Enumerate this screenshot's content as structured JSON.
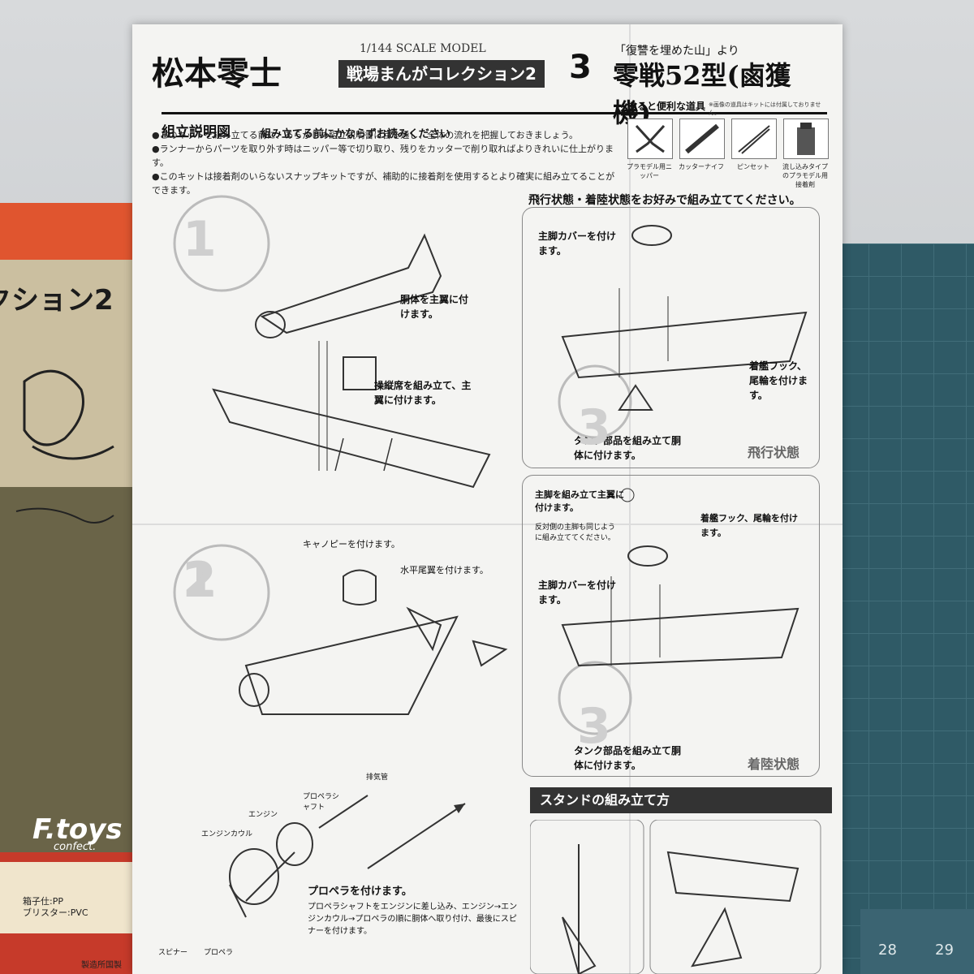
{
  "header": {
    "author": "松本零士",
    "scale": "1/144 SCALE MODEL",
    "series": "戦場まんがコレクション2",
    "number": "3",
    "subtitle": "「復讐を埋めた山」より",
    "model_name": "零戦52型(鹵獲機)"
  },
  "instructions": {
    "title": "組立説明図",
    "subtitle": "組み立てる前にかならずお読みください",
    "notes": [
      "●このキットを組み立てる前に、あらかじめ組立説明書に目を通し、全体の流れを把握しておきましょう。",
      "●ランナーからパーツを取り外す時はニッパー等で切り取り、残りをカッターで削り取ればよりきれいに仕上がります。",
      "●このキットは接着剤のいらないスナップキットですが、補助的に接着剤を使用するとより確実に組み立てることができます。"
    ]
  },
  "tools": {
    "title": "あると便利な道具",
    "note": "※画像の道具はキットには付属しておりません。",
    "items": [
      "プラモデル用ニッパー",
      "カッターナイフ",
      "ピンセット",
      "流し込みタイプのプラモデル用接着剤"
    ]
  },
  "step1": {
    "number": "1",
    "text1": "胴体を主翼に付けます。",
    "text2": "操縦席を組み立て、主翼に付けます。"
  },
  "step2": {
    "number": "2",
    "canopy": "キャノピーを付けます。",
    "tail": "水平尾翼を付けます。",
    "exhaust": "排気管",
    "shaft": "プロペラシャフト",
    "engine": "エンジン",
    "cowl": "エンジンカウル",
    "spinner": "スピナー",
    "propeller": "プロペラ",
    "prop_title": "プロペラを付けます。",
    "prop_text": "プロペラシャフトをエンジンに差し込み、エンジン→エンジンカウル→プロペラの順に胴体へ取り付け、最後にスピナーを付けます。"
  },
  "step3": {
    "heading": "飛行状態・着陸状態をお好みで組み立ててください。",
    "flight_gear": "主脚カバーを付けます。",
    "flight_hook": "着艦フック、尾輪を付けます。",
    "flight_tank": "タンク部品を組み立て胴体に付けます。",
    "flight_state": "飛行状態",
    "land_gear_build": "主脚を組み立て主翼に付けます。",
    "land_gear_note": "反対側の主脚も同じように組み立ててください。",
    "land_hook": "着艦フック、尾輪を付けます。",
    "land_cover": "主脚カバーを付けます。",
    "land_tank": "タンク部品を組み立て胴体に付けます。",
    "land_state": "着陸状態",
    "number": "3"
  },
  "stand": {
    "title": "スタンドの組み立て方"
  },
  "box": {
    "title": "クション2",
    "brand": "F.toys",
    "brand_sub": "confect.",
    "material1": "箱子仕:PP",
    "material2": "ブリスター:PVC",
    "maker": "製造所国製"
  },
  "ruler": {
    "mark1": "28",
    "mark2": "29"
  }
}
